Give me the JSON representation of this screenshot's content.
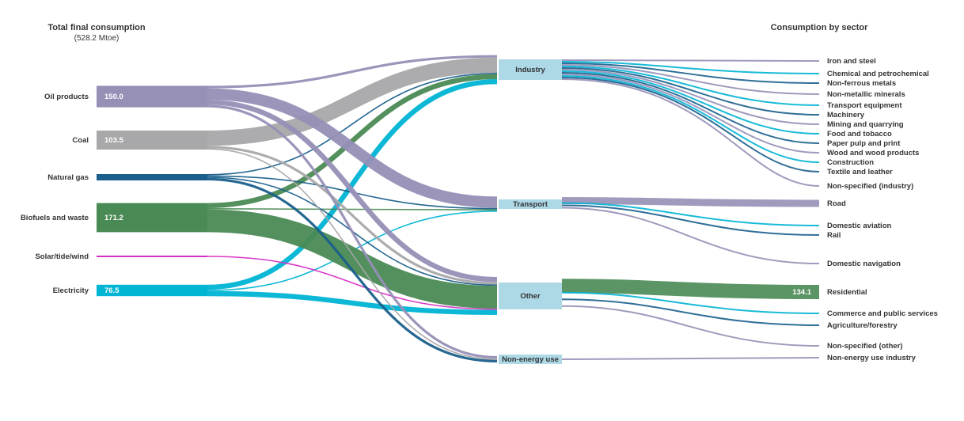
{
  "header": {
    "left_title": "Total final consumption",
    "left_subtitle": "(528.2 Mtoe)",
    "right_title": "Consumption by sector"
  },
  "colors": {
    "oil": "#968fb6",
    "coal": "#a8a8aa",
    "gas": "#1a5f8c",
    "bio": "#4a8a54",
    "solar": "#d62fc4",
    "elec": "#00b4d4",
    "hub": "#add8e6"
  },
  "chart_data": {
    "type": "sankey",
    "sources": [
      {
        "key": "oil",
        "label": "Oil products",
        "value": "150.0"
      },
      {
        "key": "coal",
        "label": "Coal",
        "value": "103.5"
      },
      {
        "key": "gas",
        "label": "Natural gas",
        "value": ""
      },
      {
        "key": "bio",
        "label": "Biofuels and waste",
        "value": "171.2"
      },
      {
        "key": "solar",
        "label": "Solar/tide/wind",
        "value": ""
      },
      {
        "key": "elec",
        "label": "Electricity",
        "value": "76.5"
      }
    ],
    "hubs": [
      {
        "key": "industry",
        "label": "Industry"
      },
      {
        "key": "transport",
        "label": "Transport"
      },
      {
        "key": "other",
        "label": "Other"
      },
      {
        "key": "nonenergy",
        "label": "Non-energy use"
      }
    ],
    "sectors": [
      {
        "label": "Iron and steel",
        "hub": "industry",
        "value": ""
      },
      {
        "label": "Chemical and petrochemical",
        "hub": "industry",
        "value": ""
      },
      {
        "label": "Non-ferrous metals",
        "hub": "industry",
        "value": ""
      },
      {
        "label": "Non-metallic minerals",
        "hub": "industry",
        "value": ""
      },
      {
        "label": "Transport equipment",
        "hub": "industry",
        "value": ""
      },
      {
        "label": "Machinery",
        "hub": "industry",
        "value": ""
      },
      {
        "label": "Mining and quarrying",
        "hub": "industry",
        "value": ""
      },
      {
        "label": "Food and tobacco",
        "hub": "industry",
        "value": ""
      },
      {
        "label": "Paper pulp and print",
        "hub": "industry",
        "value": ""
      },
      {
        "label": "Wood and wood products",
        "hub": "industry",
        "value": ""
      },
      {
        "label": "Construction",
        "hub": "industry",
        "value": ""
      },
      {
        "label": "Textile and leather",
        "hub": "industry",
        "value": ""
      },
      {
        "label": "Non-specified (industry)",
        "hub": "industry",
        "value": ""
      },
      {
        "label": "Road",
        "hub": "transport",
        "value": ""
      },
      {
        "label": "Domestic aviation",
        "hub": "transport",
        "value": ""
      },
      {
        "label": "Rail",
        "hub": "transport",
        "value": ""
      },
      {
        "label": "Domestic navigation",
        "hub": "transport",
        "value": ""
      },
      {
        "label": "Residential",
        "hub": "other",
        "value": "134.1"
      },
      {
        "label": "Commerce and public services",
        "hub": "other",
        "value": ""
      },
      {
        "label": "Agriculture/forestry",
        "hub": "other",
        "value": ""
      },
      {
        "label": "Non-specified (other)",
        "hub": "other",
        "value": ""
      },
      {
        "label": "Non-energy use industry",
        "hub": "nonenergy",
        "value": ""
      }
    ],
    "flows": [
      {
        "from": "oil",
        "to": "industry",
        "weight": 2
      },
      {
        "from": "oil",
        "to": "transport",
        "weight": 9
      },
      {
        "from": "oil",
        "to": "other",
        "weight": 4
      },
      {
        "from": "oil",
        "to": "nonenergy",
        "weight": 2
      },
      {
        "from": "coal",
        "to": "industry",
        "weight": 12
      },
      {
        "from": "coal",
        "to": "other",
        "weight": 2
      },
      {
        "from": "coal",
        "to": "nonenergy",
        "weight": 1
      },
      {
        "from": "gas",
        "to": "industry",
        "weight": 1
      },
      {
        "from": "gas",
        "to": "transport",
        "weight": 1
      },
      {
        "from": "gas",
        "to": "other",
        "weight": 1
      },
      {
        "from": "gas",
        "to": "nonenergy",
        "weight": 2
      },
      {
        "from": "bio",
        "to": "industry",
        "weight": 4
      },
      {
        "from": "bio",
        "to": "transport",
        "weight": 1
      },
      {
        "from": "bio",
        "to": "other",
        "weight": 18
      },
      {
        "from": "solar",
        "to": "other",
        "weight": 1
      },
      {
        "from": "elec",
        "to": "industry",
        "weight": 4
      },
      {
        "from": "elec",
        "to": "transport",
        "weight": 1
      },
      {
        "from": "elec",
        "to": "other",
        "weight": 4
      }
    ]
  }
}
